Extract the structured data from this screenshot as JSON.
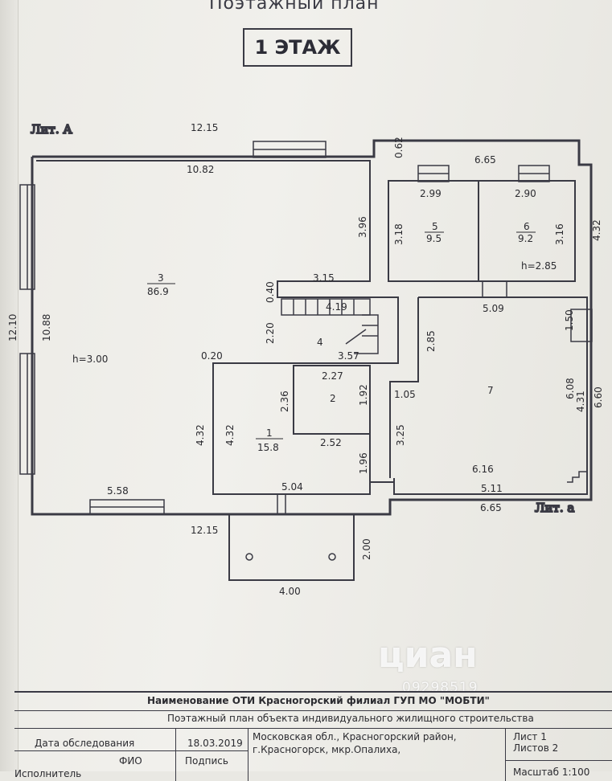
{
  "header": {
    "plan_title": "Поэтажный план",
    "floor_label": "1 ЭТАЖ"
  },
  "labels": {
    "lit_main": "Лит. А",
    "lit_annex": "Лит. а"
  },
  "rooms": [
    {
      "number": "3",
      "area": "86.9"
    },
    {
      "number": "5",
      "area": "9.5"
    },
    {
      "number": "6",
      "area": "9.2"
    },
    {
      "number": "1",
      "area": "15.8"
    },
    {
      "number": "4",
      "area": ""
    },
    {
      "number": "2",
      "area": ""
    },
    {
      "number": "7",
      "area": ""
    }
  ],
  "heights": {
    "main": "h=3.00",
    "annex": "h=2.85"
  },
  "dimensions": [
    "12.15",
    "10.82",
    "0.62",
    "6.65",
    "2.99",
    "2.90",
    "3.18",
    "3.16",
    "4.32",
    "3.96",
    "3.15",
    "0.40",
    "4.19",
    "2.20",
    "3.57",
    "0.20",
    "5.09",
    "1.50",
    "2.85",
    "2.27",
    "2.36",
    "1.92",
    "1.05",
    "4.32",
    "4.32",
    "2.52",
    "3.25",
    "6.08",
    "4.31",
    "6.60",
    "1.96",
    "6.16",
    "5.11",
    "5.58",
    "5.04",
    "6.65",
    "12.15",
    "2.00",
    "4.00",
    "10.88",
    "12.10"
  ],
  "watermark": {
    "brand": "циан",
    "id": "09298519"
  },
  "stamp": {
    "org": "Наименование ОТИ Красногорский филиал ГУП МО \"МОБТИ\"",
    "object": "Поэтажный план объекта индивидуального жилищного строительства",
    "survey_date_label": "Дата обследования",
    "survey_date": "18.03.2019",
    "address_line1": "Московская обл., Красногорский район,",
    "address_line2": "г.Красногорск, мкр.Опалиха,",
    "sheet_label": "Лист 1",
    "sheets_label": "Листов 2",
    "fio_label": "ФИО",
    "signature_label": "Подпись",
    "executor_label": "Исполнитель",
    "scale_label": "Масштаб 1:100"
  }
}
